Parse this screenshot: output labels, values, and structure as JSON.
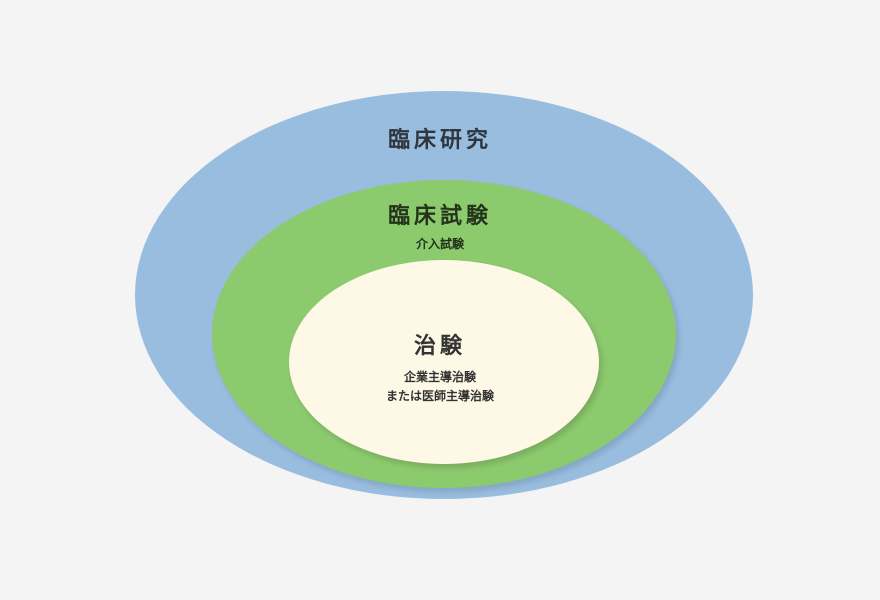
{
  "colors": {
    "background": "#f4f4f4",
    "outer_fill": "#98bddf",
    "middle_fill": "#8cca6e",
    "inner_fill": "#fdf9e6"
  },
  "outer": {
    "title": "臨床研究"
  },
  "middle": {
    "title": "臨床試験",
    "subtitle": "介入試験"
  },
  "inner": {
    "title": "治験",
    "line1": "企業主導治験",
    "line2": "または医師主導治験"
  }
}
